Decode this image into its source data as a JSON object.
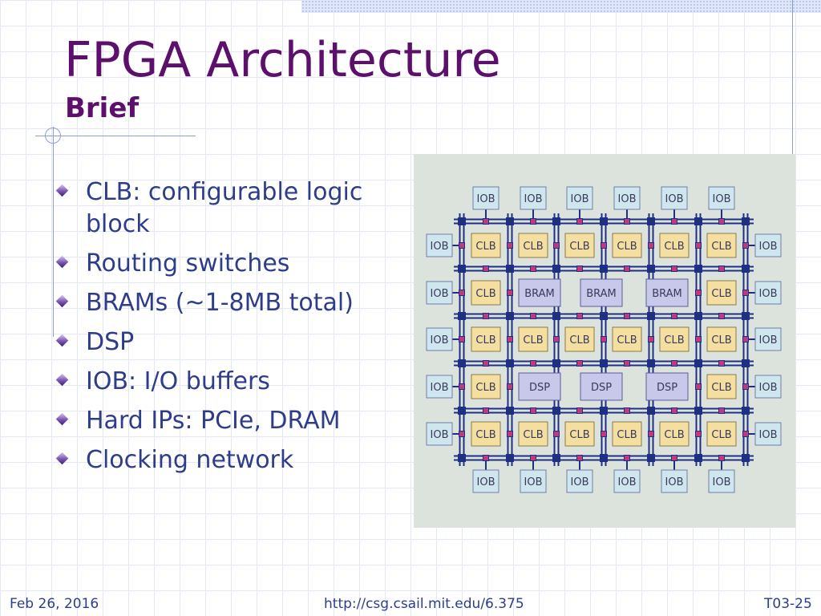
{
  "slide": {
    "title": "FPGA Architecture",
    "subtitle": "Brief",
    "bullets": [
      "CLB: configurable logic block",
      "Routing switches",
      "BRAMs (~1-8MB total)",
      "DSP",
      "IOB: I/O buffers",
      "Hard IPs: PCIe, DRAM",
      "Clocking network"
    ],
    "colors": {
      "title": "#5c0f6b",
      "text": "#2e3d8a",
      "bullet": "#6b3fa0",
      "clb_fill": "#f5dfa0",
      "iob_fill": "#cfe6ee",
      "bram_dsp_fill": "#c7c8ea",
      "switch": "#c0397f",
      "wire": "#1f2f84"
    }
  },
  "diagram": {
    "top_iob": [
      "IOB",
      "IOB",
      "IOB",
      "IOB",
      "IOB",
      "IOB"
    ],
    "bottom_iob": [
      "IOB",
      "IOB",
      "IOB",
      "IOB",
      "IOB",
      "IOB"
    ],
    "rows": [
      {
        "left": "IOB",
        "cells": [
          "CLB",
          "CLB",
          "CLB",
          "CLB",
          "CLB",
          "CLB"
        ],
        "right": "IOB"
      },
      {
        "left": "IOB",
        "cells": [
          "CLB",
          "BRAM",
          "BRAM",
          "BRAM",
          "CLB"
        ],
        "right": "IOB"
      },
      {
        "left": "IOB",
        "cells": [
          "CLB",
          "CLB",
          "CLB",
          "CLB",
          "CLB",
          "CLB"
        ],
        "right": "IOB"
      },
      {
        "left": "IOB",
        "cells": [
          "CLB",
          "DSP",
          "DSP",
          "DSP",
          "CLB"
        ],
        "right": "IOB"
      },
      {
        "left": "IOB",
        "cells": [
          "CLB",
          "CLB",
          "CLB",
          "CLB",
          "CLB",
          "CLB"
        ],
        "right": "IOB"
      }
    ]
  },
  "footer": {
    "date": "Feb 26, 2016",
    "url": "http://csg.csail.mit.edu/6.375",
    "slide_number": "T03-25"
  }
}
